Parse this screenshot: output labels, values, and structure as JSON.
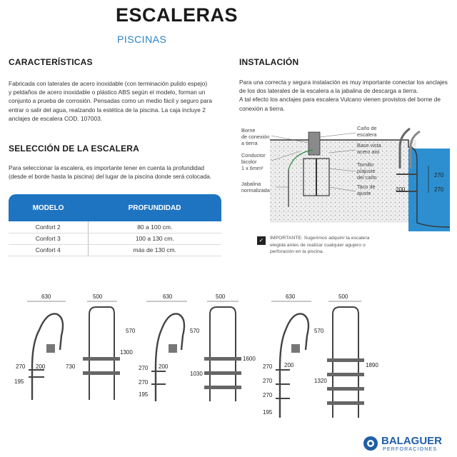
{
  "header": {
    "title": "ESCALERAS",
    "subtitle": "PISCINAS"
  },
  "caracteristicas": {
    "heading": "CARACTERÍSTICAS",
    "lines": [
      "Fabricada con laterales de acero inoxidable (con terminación pulido espejo)",
      "y peldaños de acero inoxidable o plástico ABS según el modelo, forman un",
      "conjunto a prueba de corrosión. Pensadas como un medio fácil y seguro para",
      "entrar o salir del agua, realzando la estética de la piscina. La caja incluye 2",
      "anclajes de escalera COD. 107003."
    ]
  },
  "seleccion": {
    "heading": "SELECCIÓN DE LA ESCALERA",
    "lines": [
      "Para seleccionar la escalera, es importante tener en cuenta la profundidad",
      "(desde el borde hasta la piscina) del lugar de la piscina donde será colocada."
    ]
  },
  "table": {
    "headers": [
      "MODELO",
      "PROFUNDIDAD"
    ],
    "rows": [
      [
        "Confort 2",
        "80 a 100 cm."
      ],
      [
        "Confort 3",
        "100 a 130 cm."
      ],
      [
        "Confort 4",
        "más de 130 cm."
      ]
    ]
  },
  "instalacion": {
    "heading": "INSTALACIÓN",
    "lines": [
      "Para una correcta y segura instalación es muy importante conectar los anclajes",
      "de los dos laterales de la escalera a la jabalina de descarga a tierra.",
      "A tal efecto los anclajes para escalera Vulcano vienen provistos del borne de",
      "conexión a tierra."
    ]
  },
  "install_diagram": {
    "labels": {
      "borne": [
        "Borne",
        "de conexión",
        "a tierra"
      ],
      "conductor": [
        "Conductor",
        "bicolor",
        "1 x 6mm²"
      ],
      "jabalina": [
        "Jabalina",
        "normalizada"
      ],
      "cano": [
        "Caño de",
        "escalera"
      ],
      "base": [
        "Base vista",
        "acero aisi"
      ],
      "tornillo": [
        "Tornillo",
        "p/ajuste",
        "del caño"
      ],
      "taco": [
        "Taco de",
        "ajuste"
      ]
    },
    "dims": [
      "270",
      "270",
      "200"
    ]
  },
  "note": {
    "icon": "check-icon",
    "text": "IMPORTANTE: Sugerimos adquirir la escalera elegida antes de realizar cualquier agujero o perforación en la piscina."
  },
  "ladders": [
    {
      "dims": {
        "width": "630",
        "front": "500",
        "top": "570",
        "total": "1300",
        "step": "200",
        "s1": "270",
        "s2": "730",
        "bottom": "195"
      }
    },
    {
      "dims": {
        "width": "630",
        "front": "500",
        "top": "570",
        "total": "1600",
        "step": "200",
        "s1": "270",
        "s2": "270",
        "s3": "1030",
        "bottom": "195"
      }
    },
    {
      "dims": {
        "width": "630",
        "front": "500",
        "top": "570",
        "total": "1890",
        "step": "200",
        "s1": "270",
        "s2": "270",
        "s3": "270",
        "s4": "1320",
        "bottom": "195"
      }
    }
  ],
  "brand": {
    "name": "BALAGUER",
    "sub": "PERFORACIONES",
    "color": "#1f5ea8"
  },
  "colors": {
    "accent": "#2a83c6",
    "table_header": "#1f74c2"
  }
}
